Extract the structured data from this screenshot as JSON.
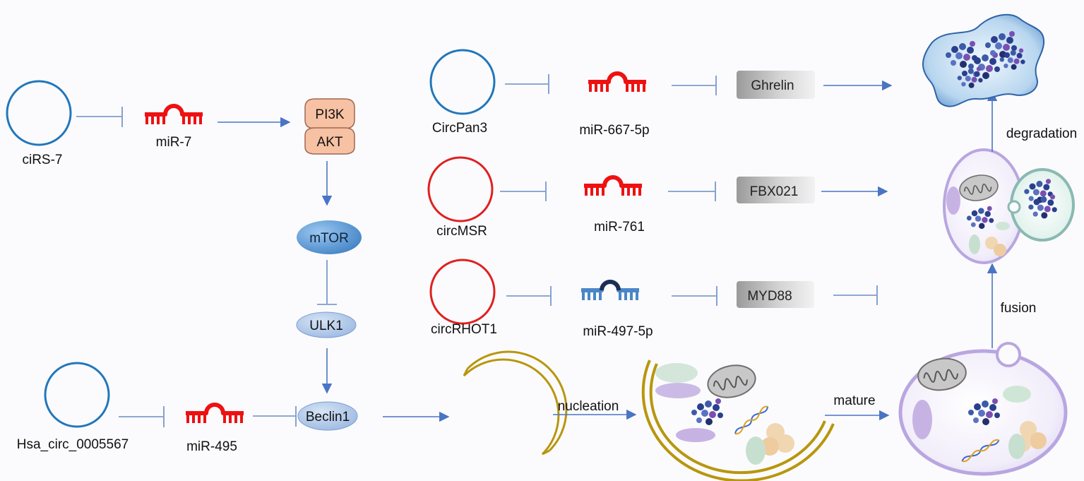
{
  "colors": {
    "blue_circle": "#2277bb",
    "red_circle": "#e02020",
    "mirna_red": "#ee1111",
    "mirna_blue": "#4a86c8",
    "arrow": "#4a74c4",
    "inhibit": "#6a8cc4",
    "membrane_gold": "#b8960e",
    "vesicle": "#c3b3e3",
    "pi3k_fill": "#f7c1a4",
    "mtor_fill": "#5a9ad6",
    "ulk_fill": "#a9c2e6",
    "gray_box": "#d0d0d0"
  },
  "circ_rnas": {
    "cirs7": "ciRS-7",
    "hsa": "Hsa_circ_0005567",
    "circpan3": "CircPan3",
    "circmsr": "circMSR",
    "circrhot1": "circRHOT1"
  },
  "mirnas": {
    "mir7": "miR-7",
    "mir495": "miR-495",
    "mir667": "miR-667-5p",
    "mir761": "miR-761",
    "mir497": "miR-497-5p"
  },
  "proteins": {
    "pi3k": "PI3K",
    "akt": "AKT",
    "mtor": "mTOR",
    "ulk1": "ULK1",
    "beclin1": "Beclin1",
    "ghrelin": "Ghrelin",
    "fbx021": "FBX021",
    "myd88": "MYD88"
  },
  "processes": {
    "nucleation": "nucleation",
    "mature": "mature",
    "fusion": "fusion",
    "degradation": "degradation"
  },
  "icons": {
    "circ_rna": "circle-ring-icon",
    "mirna": "hairpin-comb-icon",
    "phagophore": "phagophore-icon",
    "autophagosome": "autophagosome-icon",
    "autolysosome": "autolysosome-icon",
    "degraded": "degraded-cell-icon"
  }
}
